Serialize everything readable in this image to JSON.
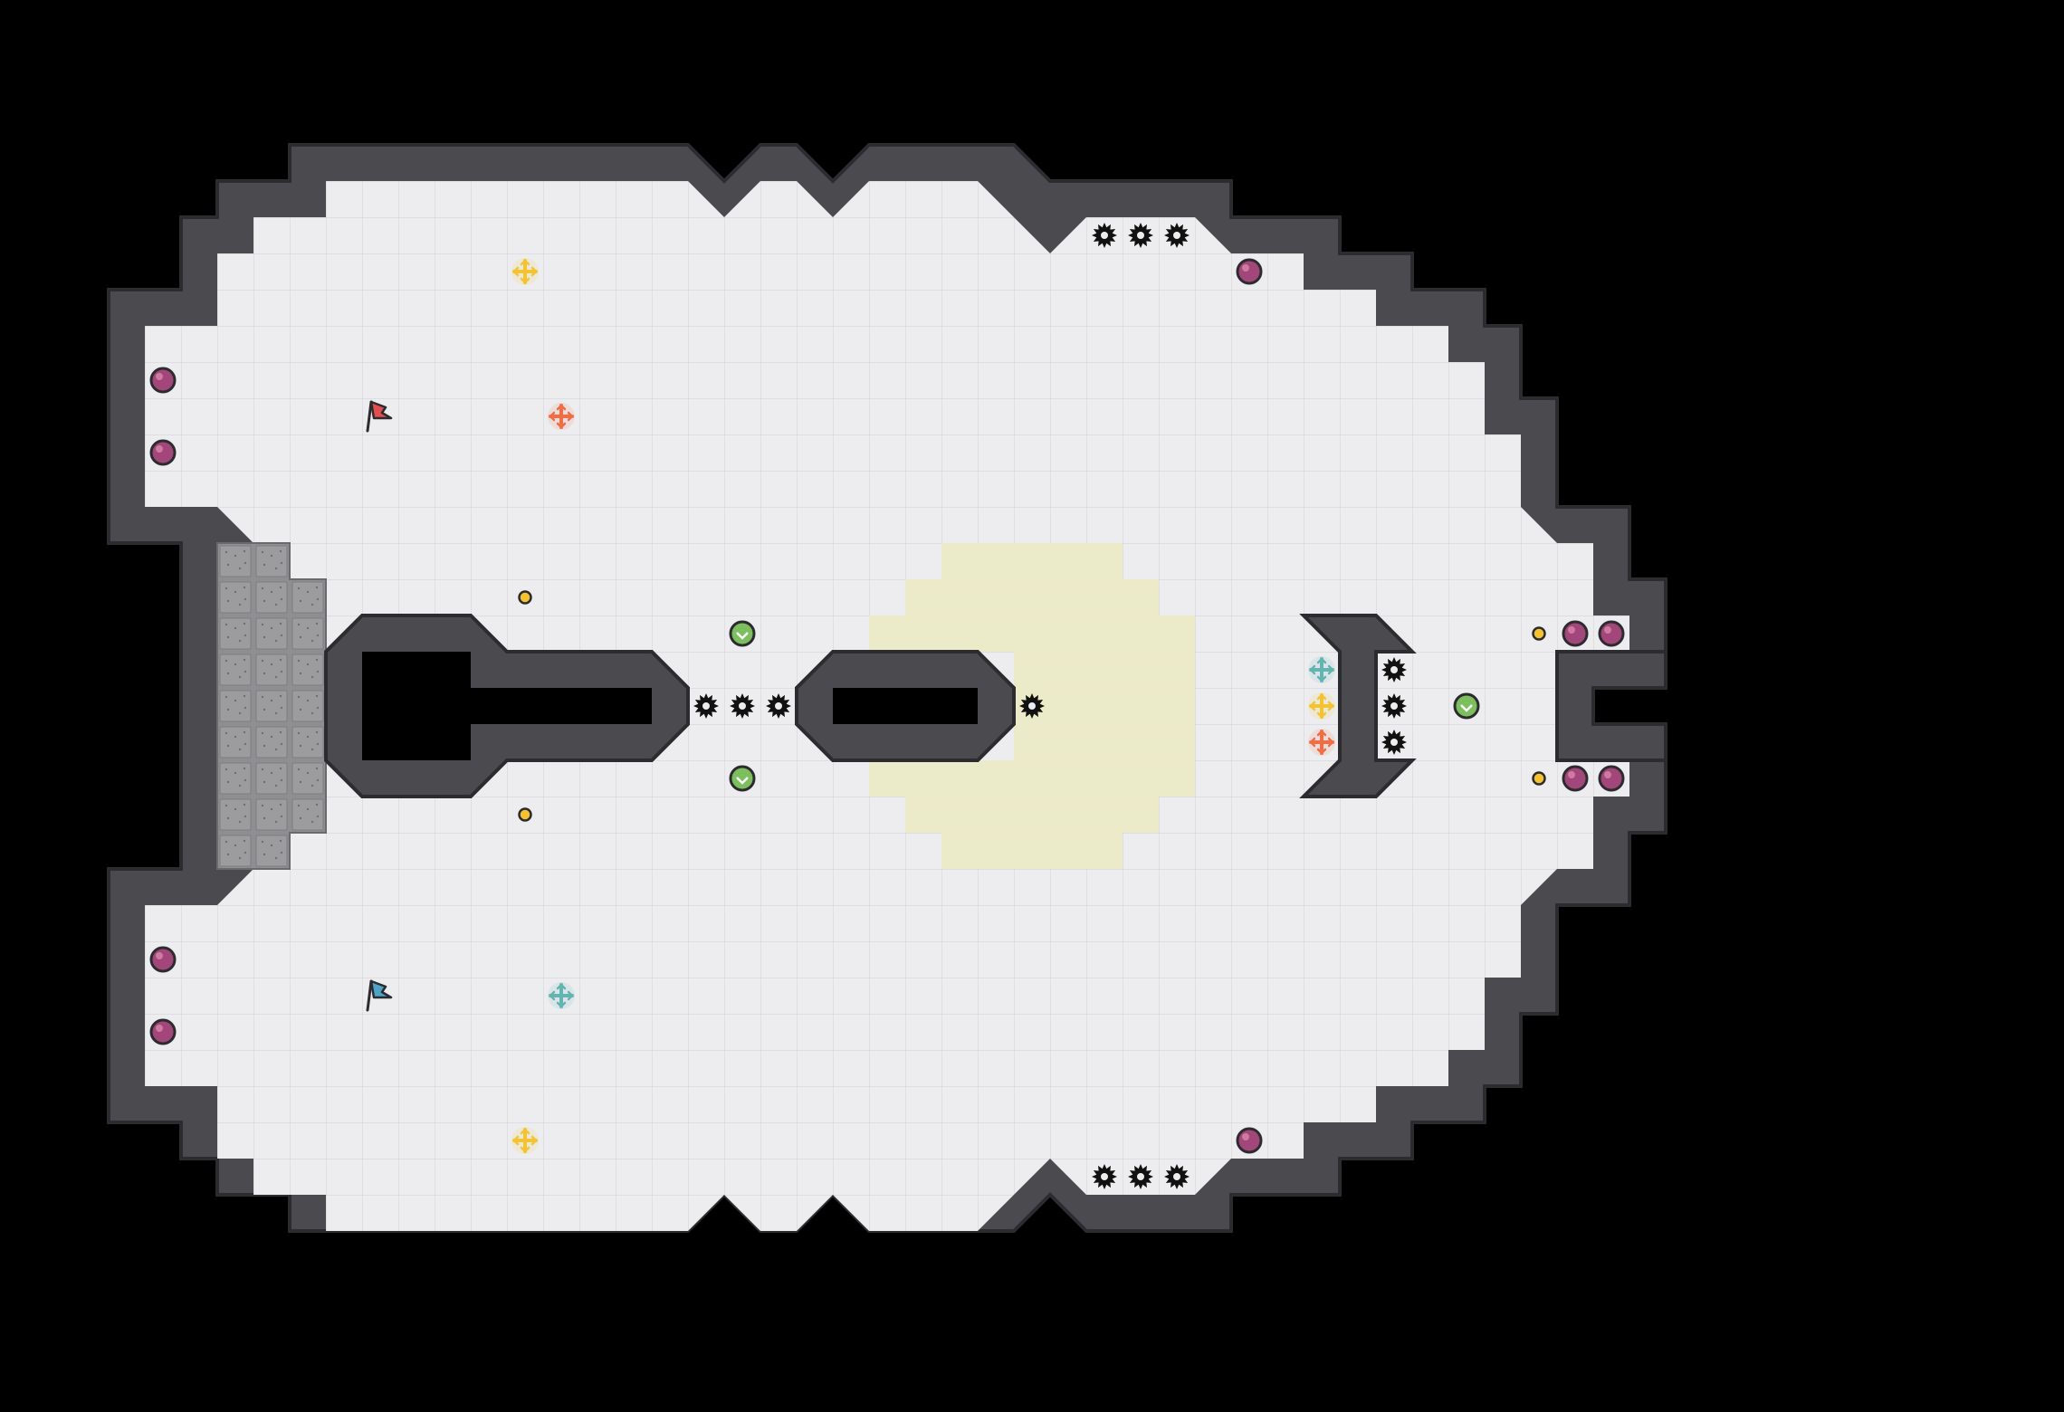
{
  "game": {
    "map": {
      "background_color": "#000000",
      "floor_color": "#ededef",
      "grid_line_color": "#d9d9dd",
      "wall_fill_color": "#4b4a4f",
      "wall_outline_color": "#2c2b30",
      "highlight_zone_color": "#ecebc6",
      "rough_terrain_color": "#8f8f92"
    },
    "flags": [
      {
        "team": "red",
        "icon": "flag-icon",
        "color": "#e34d4d"
      },
      {
        "team": "blue",
        "icon": "flag-icon",
        "color": "#4ea3c9"
      }
    ],
    "spawn_markers": [
      {
        "team": "yellow",
        "icon": "plus-arrows-icon",
        "color": "#f2c431"
      },
      {
        "team": "orange",
        "icon": "plus-arrows-icon",
        "color": "#ef6e45"
      },
      {
        "team": "teal",
        "icon": "plus-arrows-icon",
        "color": "#63b5b1"
      }
    ],
    "pickups": {
      "bomb_color": "#a3467a",
      "boost_color": "#7bbf5e",
      "coin_color": "#f2c431",
      "spike_color": "#111111"
    }
  }
}
